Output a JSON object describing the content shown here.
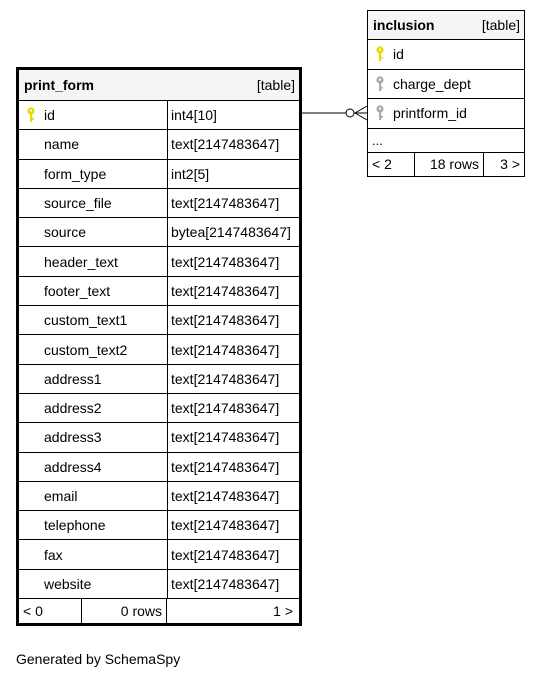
{
  "print_form": {
    "name": "print_form",
    "kind": "[table]",
    "columns": [
      {
        "name": "id",
        "type": "int4[10]",
        "key": "primary"
      },
      {
        "name": "name",
        "type": "text[2147483647]"
      },
      {
        "name": "form_type",
        "type": "int2[5]"
      },
      {
        "name": "source_file",
        "type": "text[2147483647]"
      },
      {
        "name": "source",
        "type": "bytea[2147483647]"
      },
      {
        "name": "header_text",
        "type": "text[2147483647]"
      },
      {
        "name": "footer_text",
        "type": "text[2147483647]"
      },
      {
        "name": "custom_text1",
        "type": "text[2147483647]"
      },
      {
        "name": "custom_text2",
        "type": "text[2147483647]"
      },
      {
        "name": "address1",
        "type": "text[2147483647]"
      },
      {
        "name": "address2",
        "type": "text[2147483647]"
      },
      {
        "name": "address3",
        "type": "text[2147483647]"
      },
      {
        "name": "address4",
        "type": "text[2147483647]"
      },
      {
        "name": "email",
        "type": "text[2147483647]"
      },
      {
        "name": "telephone",
        "type": "text[2147483647]"
      },
      {
        "name": "fax",
        "type": "text[2147483647]"
      },
      {
        "name": "website",
        "type": "text[2147483647]"
      }
    ],
    "footer": {
      "left": "< 0",
      "rows": "0 rows",
      "right": "1 >"
    }
  },
  "inclusion": {
    "name": "inclusion",
    "kind": "[table]",
    "columns": [
      {
        "name": "id",
        "key": "primary"
      },
      {
        "name": "charge_dept",
        "key": "foreign"
      },
      {
        "name": "printform_id",
        "key": "foreign"
      }
    ],
    "ellipsis": "...",
    "footer": {
      "left": "< 2",
      "rows": "18 rows",
      "right": "3 >"
    }
  },
  "credit": "Generated by SchemaSpy",
  "colors": {
    "primary_key": "#e8d900",
    "foreign_key": "#aaaaaa",
    "header_bg": "#f5f5f5"
  }
}
